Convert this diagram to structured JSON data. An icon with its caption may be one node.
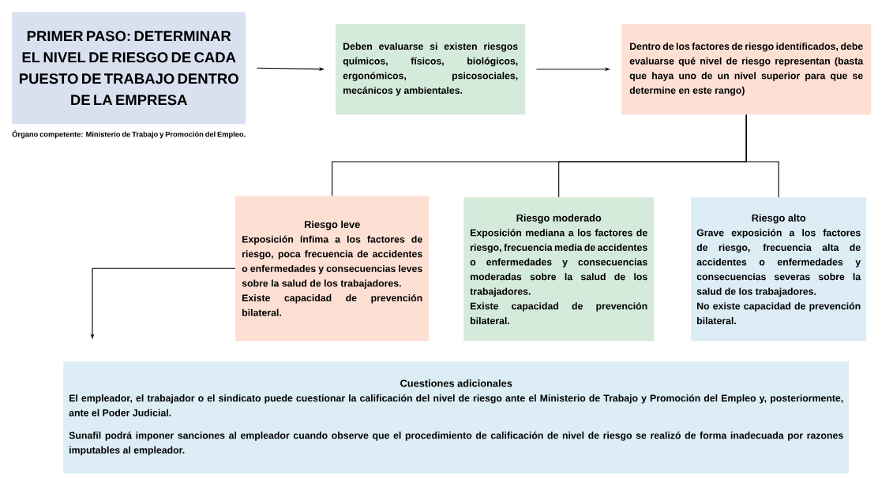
{
  "diagram": {
    "nodes": [
      {
        "text": [
          "PRIMER PASO: DETERMINAR EL NIVEL DE RIESGO DE CADA PUESTO DE TRABAJO DENTRO DE LA EMPRESA"
        ],
        "beside": [
          "Órgano competente: Ministerio de Trabajo y Promoción del Empleo."
        ]
      },
      {
        "text": [
          "Deben evaluarse si existen riesgos químicos, físicos, biológicos, ergonómicos, psicosociales, mecánicos y ambientales."
        ]
      },
      {
        "text": [
          "Dentro de los factores de riesgo identificados, debe evaluarse qué nivel de riesgo representan (basta que haya uno de un nivel superior para que se determine en este rango)"
        ]
      },
      {
        "text": [
          "Riesgo leve",
          "Exposición ínfima a los factores de riesgo, poca frecuencia de accidentes o enfermedades y consecuencias leves sobre la salud de los trabajadores.",
          "Existe capacidad de prevención bilateral."
        ]
      },
      {
        "text": [
          "Riesgo moderado",
          "Exposición mediana a los factores de riesgo, frecuencia media de accidentes o enfermedades y consecuencias moderadas sobre la salud de los trabajadores.",
          "Existe capacidad de prevención bilateral."
        ]
      },
      {
        "text": [
          "Riesgo alto",
          "Grave exposición a los factores de riesgo, frecuencia alta de accidentes o enfermedades y consecuencias severas sobre la salud de los trabajadores.",
          "No existe capacidad de prevención bilateral."
        ]
      },
      {
        "text": [
          "Cuestiones adicionales",
          "El empleador, el trabajador o el sindicato puede cuestionar la calificación del nivel de riesgo ante el Ministerio de Trabajo y Promoción del Empleo y, posteriormente, ante el Poder Judicial.",
          "Sunafil podrá imponer sanciones al empleador cuando observe que el procedimiento de calificación de nivel de riesgo se realizó de forma inadecuada por razones imputables al empleador."
        ]
      }
    ],
    "edges": [
      {
        "from": 0,
        "to": 1,
        "arrow": "to"
      },
      {
        "from": 1,
        "to": 2,
        "arrow": "to"
      },
      {
        "from": 2,
        "to": 3,
        "arrow": "none"
      },
      {
        "from": 2,
        "to": 4,
        "arrow": "none"
      },
      {
        "from": 2,
        "to": 5,
        "arrow": "none"
      },
      {
        "from": 3,
        "to": 6,
        "arrow": "to"
      }
    ]
  }
}
